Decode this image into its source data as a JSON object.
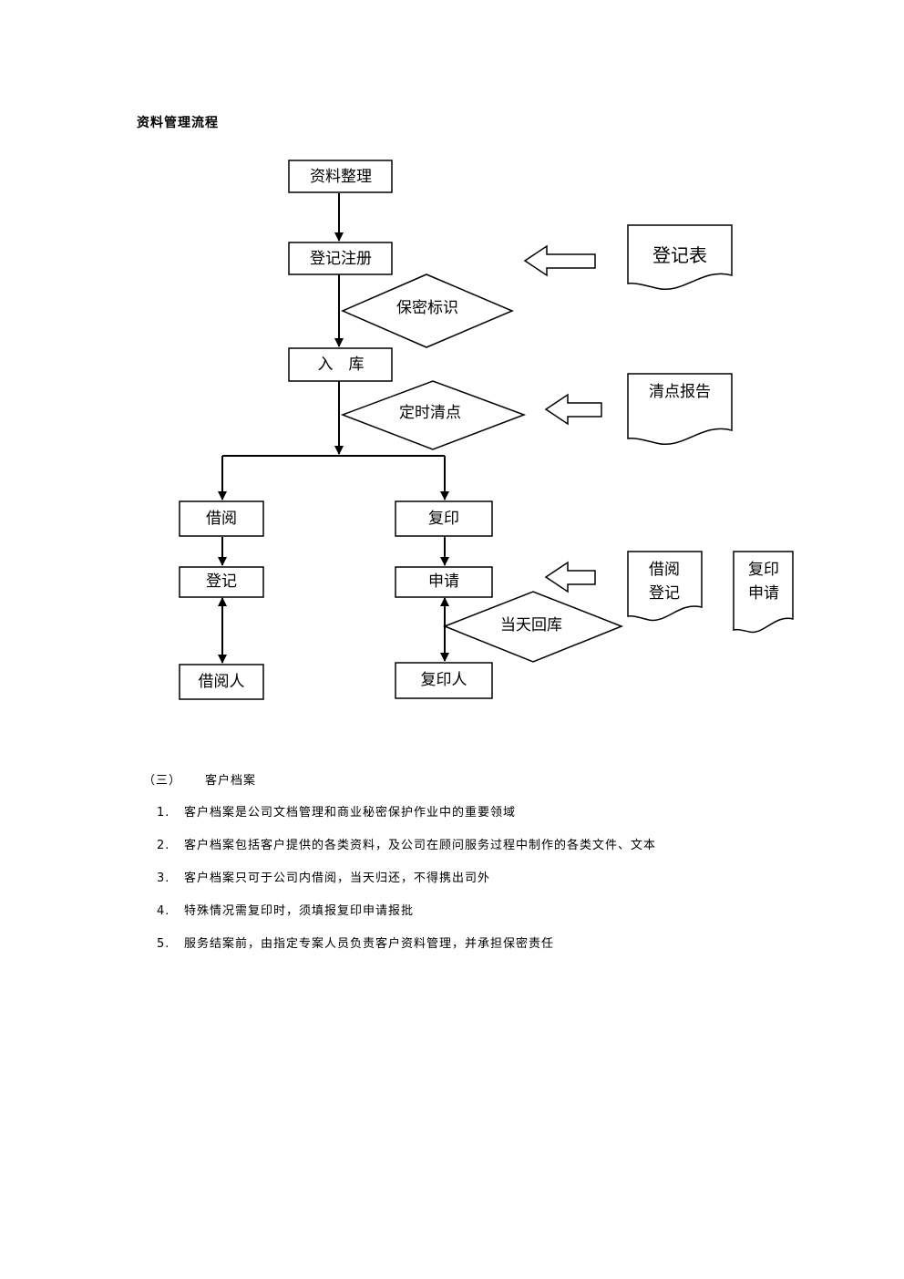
{
  "title": "资料管理流程",
  "flowchart": {
    "boxes": {
      "organize": "资料整理",
      "register": "登记注册",
      "store": "入　库",
      "borrow": "借阅",
      "copy": "复印",
      "borrow_register": "登记",
      "copy_apply": "申请",
      "borrower": "借阅人",
      "copier": "复印人"
    },
    "decisions": {
      "confidential_mark": "保密标识",
      "periodic_check": "定时清点",
      "same_day_return": "当天回库"
    },
    "documents": {
      "register_form": "登记表",
      "inventory_report": "清点报告",
      "borrow_register_doc": [
        "借阅",
        "登记"
      ],
      "copy_apply_doc": [
        "复印",
        "申请"
      ]
    }
  },
  "section": {
    "index": "（三）",
    "title": "客户档案",
    "items": [
      {
        "num": "1.",
        "text": "客户档案是公司文档管理和商业秘密保护作业中的重要领域"
      },
      {
        "num": "2.",
        "text": "客户档案包括客户提供的各类资料，及公司在顾问服务过程中制作的各类文件、文本"
      },
      {
        "num": "3.",
        "text": "客户档案只可于公司内借阅，当天归还，不得携出司外"
      },
      {
        "num": "4.",
        "text": "特殊情况需复印时，须填报复印申请报批"
      },
      {
        "num": "5.",
        "text": "服务结案前，由指定专案人员负责客户资料管理，并承担保密责任"
      }
    ]
  }
}
